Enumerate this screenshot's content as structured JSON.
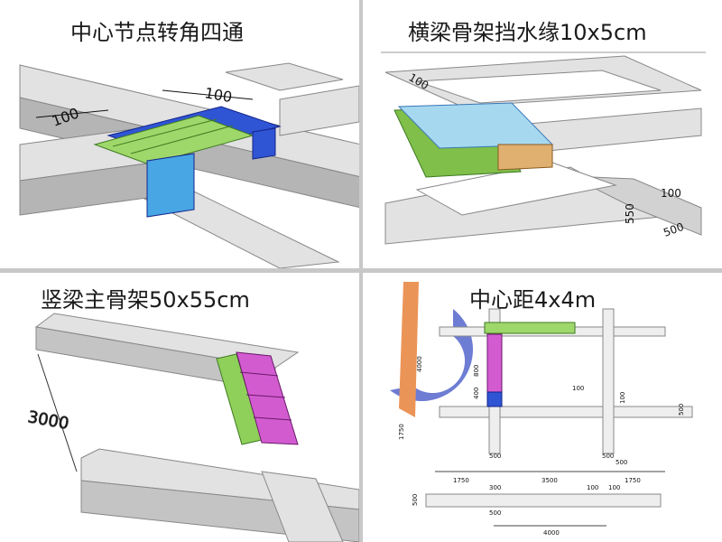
{
  "panels": {
    "top_left": {
      "title": "中心节点转角四通",
      "dims": [
        "100",
        "100"
      ]
    },
    "top_right": {
      "title": "横梁骨架挡水缘10x5cm",
      "dims": [
        "100",
        "100",
        "550",
        "500"
      ]
    },
    "bottom_left": {
      "title": "竖梁主骨架50x55cm",
      "dims": [
        "3000"
      ]
    },
    "bottom_right": {
      "title": "中心距4x4m",
      "dims": [
        "4000",
        "800",
        "400",
        "100",
        "100",
        "500",
        "1750",
        "500",
        "500",
        "1750",
        "3500",
        "500",
        "1750",
        "500",
        "300",
        "100",
        "100",
        "500",
        "4000"
      ]
    }
  },
  "colors": {
    "concrete": "#d6d6d6",
    "concrete_dark": "#9a9a9a",
    "green_form": "#9fd86a",
    "blue_form": "#2f55d4",
    "magenta_form": "#d35bd0",
    "cyan_form": "#4aa3e0",
    "logo_orange": "#e8823a",
    "logo_blue": "#5566cc"
  },
  "icons": {
    "watermark": "company-logo-icon"
  }
}
